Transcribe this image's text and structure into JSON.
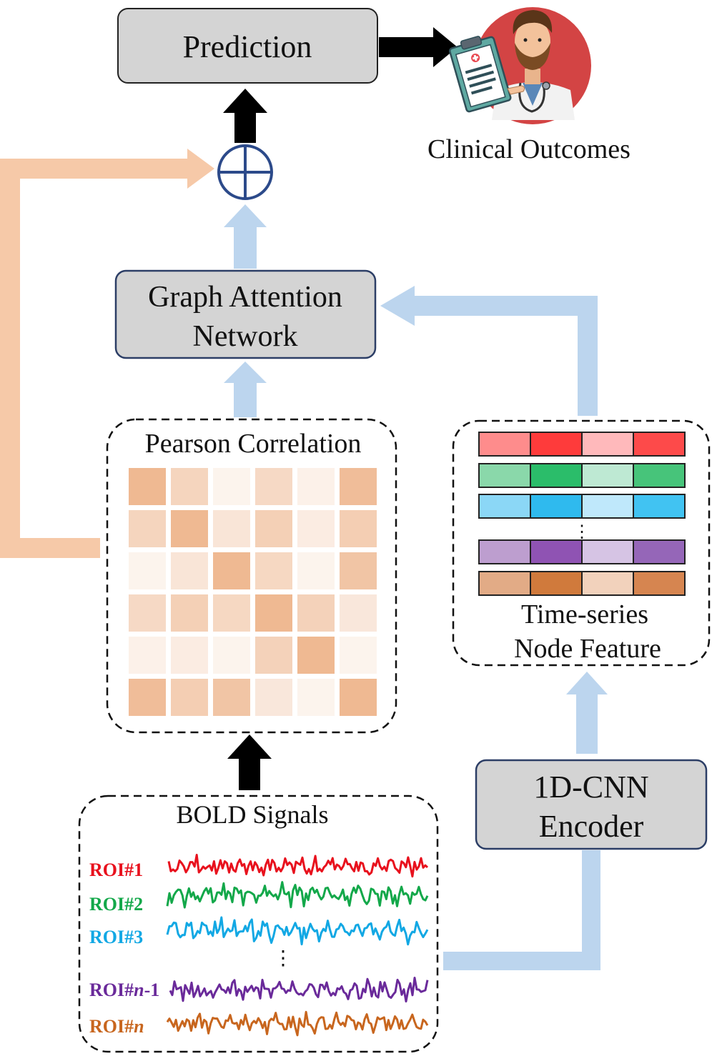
{
  "nodes": {
    "prediction": "Prediction",
    "gat_line1": "Graph Attention",
    "gat_line2": "Network",
    "pearson": "Pearson Correlation",
    "timeseries_line1": "Time-series",
    "timeseries_line2": "Node Feature",
    "encoder_line1": "1D-CNN",
    "encoder_line2": "Encoder",
    "bold": "BOLD Signals",
    "clinical": "Clinical Outcomes",
    "dots": "⋮"
  },
  "roi": [
    {
      "prefix": "ROI#",
      "italic": "",
      "suffix": "1",
      "color": "#e8111d"
    },
    {
      "prefix": "ROI#",
      "italic": "",
      "suffix": "2",
      "color": "#13a84a"
    },
    {
      "prefix": "ROI#",
      "italic": "",
      "suffix": "3",
      "color": "#12a8e4"
    },
    {
      "prefix": "ROI#",
      "italic": "n",
      "suffix": "-1",
      "color": "#6a2a9a"
    },
    {
      "prefix": "ROI#",
      "italic": "n",
      "suffix": "",
      "color": "#c8661e"
    }
  ],
  "colors": {
    "box_fill": "#d4d4d4",
    "box_stroke_dark": "#222222",
    "box_stroke_blue": "#2c3e66",
    "arrow_blue": "#bcd5ee",
    "arrow_orange": "#f6c9a8",
    "arrow_black": "#000000",
    "sum_circle": "#2c4a8a",
    "heat_base": "#e9a16e",
    "doctor_bg": "#d34444"
  },
  "correlation_matrix": [
    [
      0.75,
      0.45,
      0.12,
      0.4,
      0.15,
      0.7
    ],
    [
      0.45,
      0.75,
      0.28,
      0.5,
      0.2,
      0.52
    ],
    [
      0.12,
      0.28,
      0.75,
      0.42,
      0.12,
      0.62
    ],
    [
      0.4,
      0.5,
      0.42,
      0.75,
      0.48,
      0.25
    ],
    [
      0.15,
      0.2,
      0.12,
      0.48,
      0.75,
      0.12
    ],
    [
      0.7,
      0.52,
      0.62,
      0.25,
      0.12,
      0.75
    ]
  ],
  "feature_rows": [
    [
      "#fe8c8c",
      "#fe3b3b",
      "#ffb9bb",
      "#fd4a4a"
    ],
    [
      "#8ad8aa",
      "#2bbd6a",
      "#bee9d3",
      "#47c47a"
    ],
    [
      "#8bd7f6",
      "#2fbaee",
      "#bfe8fb",
      "#41c3f2"
    ],
    [
      "#bd9ecf",
      "#8f53b3",
      "#d6c4e4",
      "#9566b8"
    ],
    [
      "#e2ab86",
      "#d07a3c",
      "#f2d2bc",
      "#d68550"
    ]
  ]
}
